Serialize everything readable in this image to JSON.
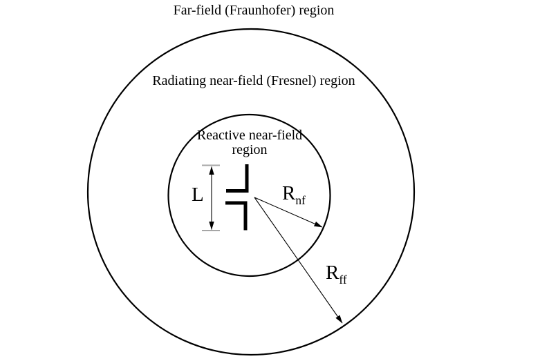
{
  "diagram": {
    "type": "antenna-field-regions",
    "colors": {
      "background_color": "#ffffff",
      "line_color": "#000000",
      "dimension_cap_color": "#a6a6a6"
    },
    "labels": {
      "far_field": "Far-field (Fraunhofer) region",
      "radiating_near_field": "Radiating near-field (Fresnel) region",
      "reactive_near_field_line1": "Reactive near-field",
      "reactive_near_field_line2": "region",
      "antenna_length": "L",
      "near_field_radius_symbol": "R",
      "near_field_radius_subscript": "nf",
      "far_field_radius_symbol": "R",
      "far_field_radius_subscript": "ff"
    }
  }
}
